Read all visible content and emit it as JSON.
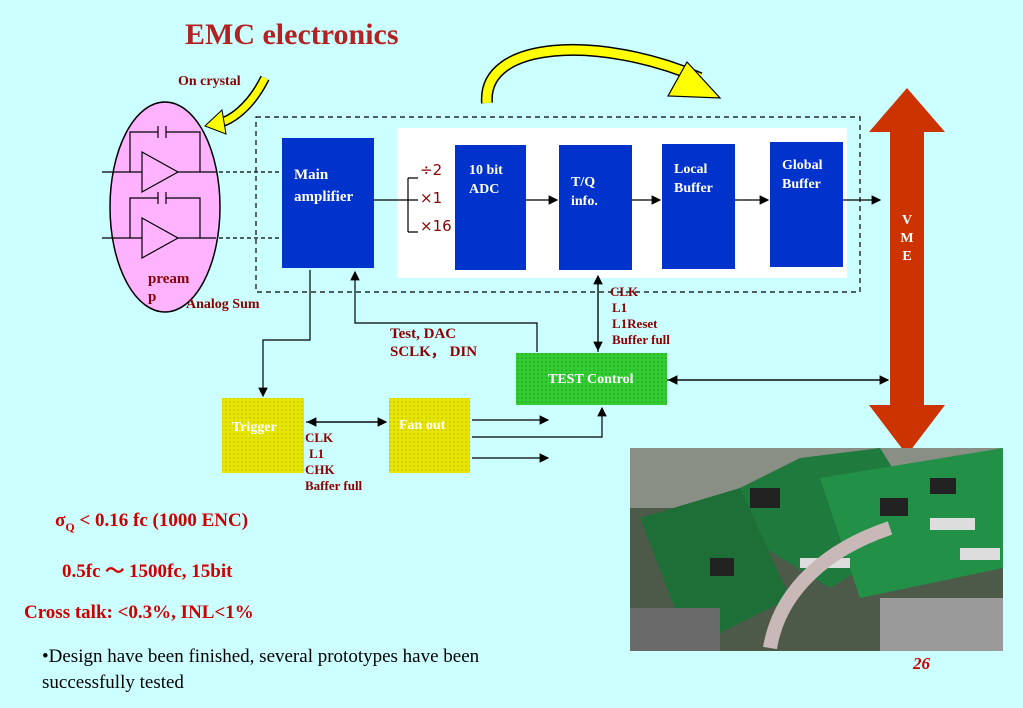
{
  "title": "EMC electronics",
  "on_crystal": "On crystal",
  "preamp": [
    "pream",
    "p"
  ],
  "analog_sum": "Analog Sum",
  "main_amp": [
    "Main",
    "amplifier"
  ],
  "gains": [
    "÷2",
    "×1",
    "×16"
  ],
  "adc": [
    "10 bit",
    "ADC"
  ],
  "tq": [
    "T/Q",
    "info."
  ],
  "local_buffer": [
    "Local",
    "Buffer"
  ],
  "global_buffer": [
    "Global",
    "Buffer"
  ],
  "vme": [
    "V",
    "M",
    "E"
  ],
  "clk_right": [
    "CLK",
    "L1",
    "L1Reset",
    "Buffer full"
  ],
  "test_dac": [
    "Test, DAC",
    "SCLK， DIN"
  ],
  "test_control": "TEST Control",
  "trigger": "Trigger",
  "fan_out": "Fan out",
  "clk_bottom": [
    "CLK",
    "L1",
    "CHK",
    "Baffer full"
  ],
  "stats": {
    "sigma_sym": "σ",
    "sigma_sub": "Q",
    "sigma_rest": " < 0.16 fc (1000 ENC)",
    "range": "0.5fc ～ 1500fc, 15bit",
    "crosstalk": "Cross talk: <0.3%, INL<1%"
  },
  "bullet": [
    "•Design  have been finished, several prototypes have been",
    "successfully tested"
  ],
  "page_number": "26",
  "colors": {
    "title": "#b22222",
    "box": "#0033cc",
    "vme": "#cc3300",
    "arrow": "#ffff00",
    "trigger": "#e6e600",
    "test": "#33cc33",
    "ellipse": "#ffb3ff"
  }
}
